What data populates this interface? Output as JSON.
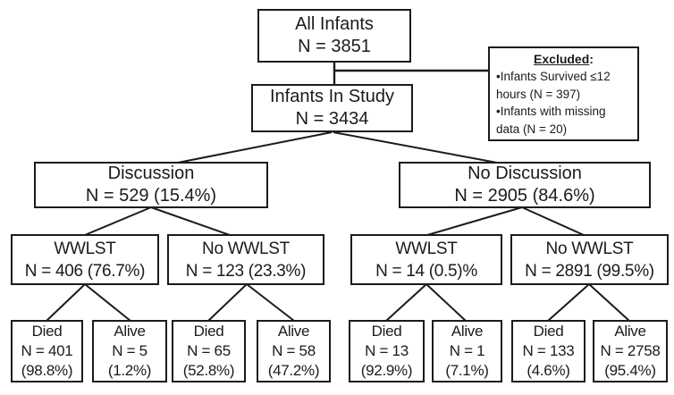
{
  "diagram": {
    "colors": {
      "border": "#1b1b1b",
      "text": "#1b1b1b",
      "background": "#ffffff"
    },
    "nodes": {
      "all_infants": {
        "title": "All Infants",
        "count": "N = 3851"
      },
      "excluded": {
        "title": "Excluded",
        "colon": ":",
        "items": [
          "•Infants Survived ≤12 hours (N = 397)",
          "•Infants with missing data (N = 20)"
        ]
      },
      "infants_in_study": {
        "title": "Infants In Study",
        "count": "N = 3434"
      },
      "discussion": {
        "title": "Discussion",
        "count": "N = 529 (15.4%)"
      },
      "no_discussion": {
        "title": "No Discussion",
        "count": "N = 2905 (84.6%)"
      },
      "discussion_wwlst": {
        "title": "WWLST",
        "count": "N = 406 (76.7%)"
      },
      "discussion_no_wwlst": {
        "title": "No WWLST",
        "count": "N = 123 (23.3%)"
      },
      "no_discussion_wwlst": {
        "title": "WWLST",
        "count": "N = 14 (0.5)%"
      },
      "no_discussion_no_wwlst": {
        "title": "No WWLST",
        "count": "N = 2891 (99.5%)"
      },
      "outcomes": [
        {
          "title": "Died",
          "count": "N = 401",
          "pct": "(98.8%)"
        },
        {
          "title": "Alive",
          "count": "N = 5",
          "pct": "(1.2%)"
        },
        {
          "title": "Died",
          "count": "N = 65",
          "pct": "(52.8%)"
        },
        {
          "title": "Alive",
          "count": "N = 58",
          "pct": "(47.2%)"
        },
        {
          "title": "Died",
          "count": "N = 13",
          "pct": "(92.9%)"
        },
        {
          "title": "Alive",
          "count": "N = 1",
          "pct": "(7.1%)"
        },
        {
          "title": "Died",
          "count": "N = 133",
          "pct": "(4.6%)"
        },
        {
          "title": "Alive",
          "count": "N = 2758",
          "pct": "(95.4%)"
        }
      ]
    }
  }
}
